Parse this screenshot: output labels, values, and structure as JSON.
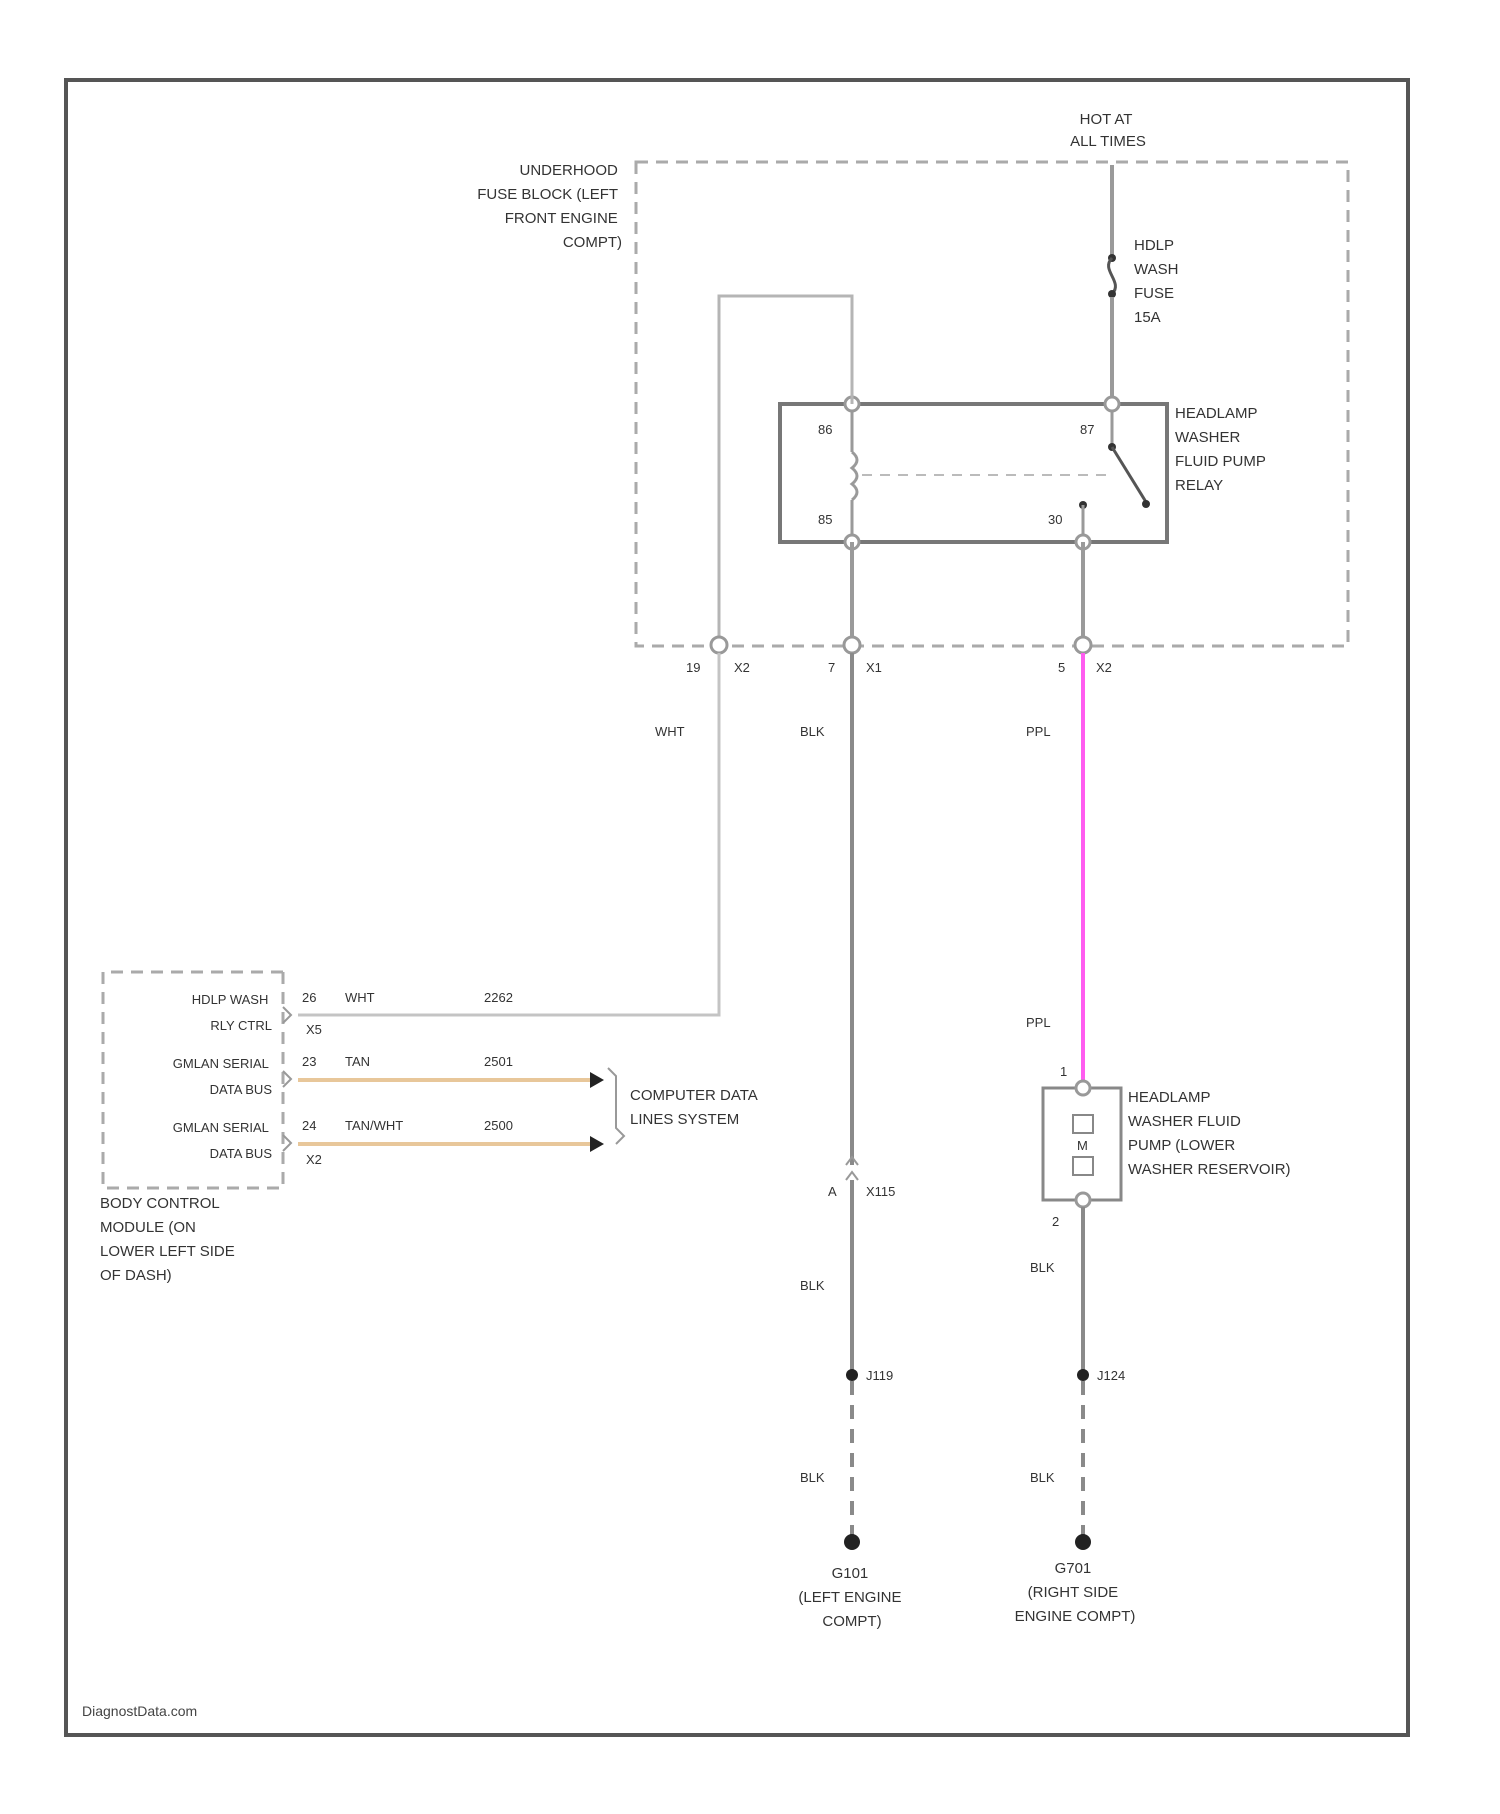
{
  "labels": {
    "hot_at_all_times": [
      "HOT AT",
      "ALL TIMES"
    ],
    "fuse_block": [
      "UNDERHOOD",
      "FUSE BLOCK (LEFT",
      "FRONT ENGINE",
      "COMPT)"
    ],
    "fuse": [
      "HDLP",
      "WASH",
      "FUSE",
      "15A"
    ],
    "relay": [
      "HEADLAMP",
      "WASHER",
      "FLUID PUMP",
      "RELAY"
    ],
    "pump": [
      "HEADLAMP",
      "WASHER FLUID",
      "PUMP (LOWER",
      "WASHER RESERVOIR)"
    ],
    "bcm": [
      "BODY CONTROL",
      "MODULE (ON",
      "LOWER LEFT SIDE",
      "OF DASH)"
    ],
    "computer_data": [
      "COMPUTER DATA",
      "LINES SYSTEM"
    ],
    "ground_left": [
      "G101",
      "(LEFT ENGINE",
      "COMPT)"
    ],
    "ground_right": [
      "G701",
      "(RIGHT SIDE",
      "ENGINE COMPT)"
    ],
    "footer": "DiagnostData.com"
  },
  "relay_pins": {
    "p86": "86",
    "p85": "85",
    "p87": "87",
    "p30": "30"
  },
  "connectors": {
    "x2_19": {
      "pin": "19",
      "conn": "X2"
    },
    "x1_7": {
      "pin": "7",
      "conn": "X1"
    },
    "x2_5": {
      "pin": "5",
      "conn": "X2"
    },
    "x115": {
      "pin": "A",
      "conn": "X115"
    },
    "pump_pin1": "1",
    "pump_pin2": "2",
    "j_left": "J119",
    "j_right": "J124"
  },
  "bcm_pins": [
    {
      "label": [
        "HDLP WASH",
        "RLY CTRL"
      ],
      "pin": "26",
      "conn": "X5",
      "wire_color": "WHT",
      "circuit": "2262"
    },
    {
      "label": [
        "GMLAN SERIAL",
        "DATA BUS"
      ],
      "pin": "23",
      "conn": "",
      "wire_color": "TAN",
      "circuit": "2501"
    },
    {
      "label": [
        "GMLAN SERIAL",
        "DATA BUS"
      ],
      "pin": "24",
      "conn": "X2",
      "wire_color": "TAN/WHT",
      "circuit": "2500"
    }
  ],
  "wires": {
    "wht": "WHT",
    "blk_top": "BLK",
    "ppl_top": "PPL",
    "ppl_bottom": "PPL",
    "blk_mid_left": "BLK",
    "blk_mid_right": "BLK",
    "blk_low_left": "BLK",
    "blk_low_right": "BLK"
  },
  "colors": {
    "wire_gray": "#9a9a9a",
    "wire_ppl": "#ff5cf0",
    "wire_tan": "#e8c79a",
    "border": "#555555",
    "dash": "#aaaaaa"
  }
}
